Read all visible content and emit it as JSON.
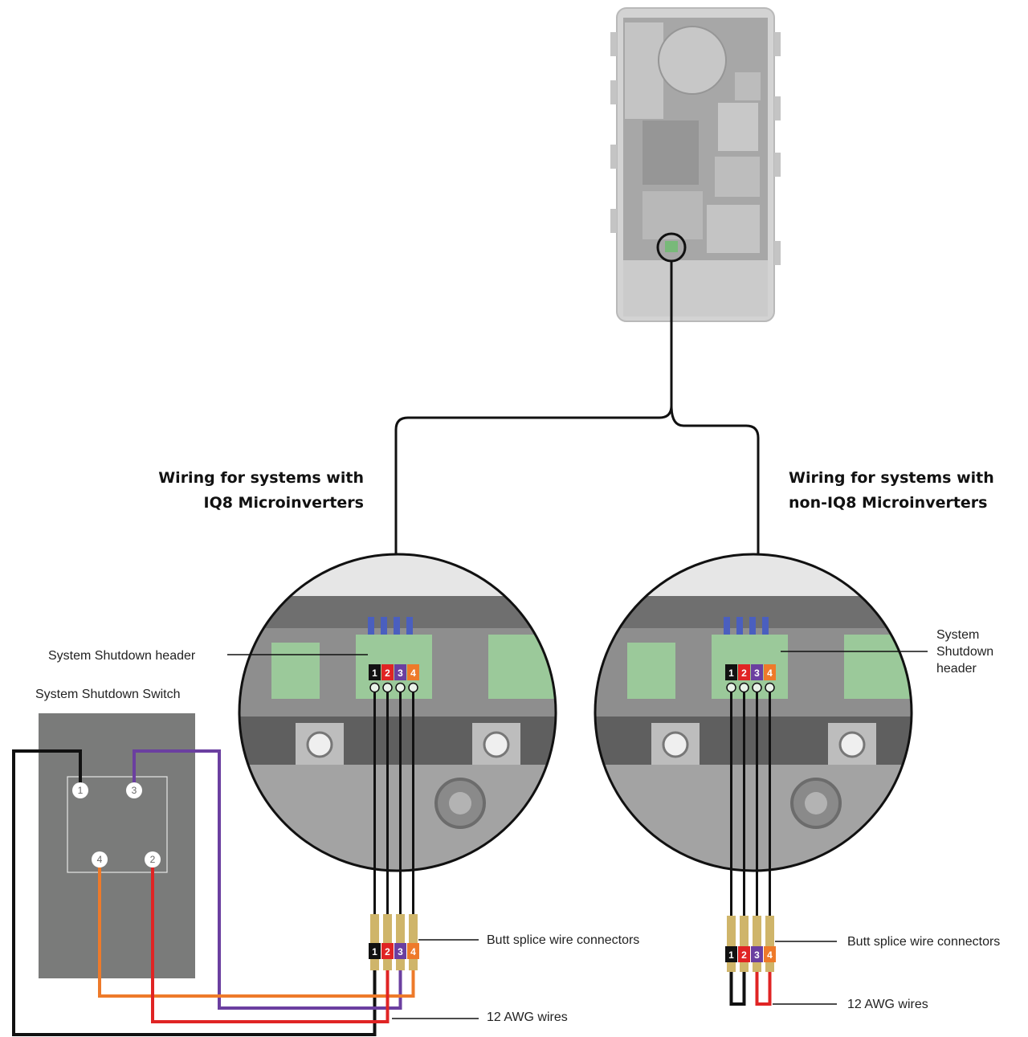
{
  "headings": {
    "left_line1": "Wiring for systems with",
    "left_line2": "IQ8 Microinverters",
    "right_line1": "Wiring for systems with",
    "right_line2": "non-IQ8 Microinverters"
  },
  "labels": {
    "shutdown_header_left": "System Shutdown header",
    "shutdown_header_right_1": "System",
    "shutdown_header_right_2": "Shutdown",
    "shutdown_header_right_3": "header",
    "shutdown_switch": "System Shutdown Switch",
    "butt_splice_left": "Butt splice wire connectors",
    "butt_splice_right": "Butt splice wire connectors",
    "awg_left": "12 AWG wires",
    "awg_right": "12 AWG wires"
  },
  "terminals": [
    "1",
    "2",
    "3",
    "4"
  ],
  "switch_terminals": [
    "1",
    "3",
    "4",
    "2"
  ],
  "colors": {
    "wire_1": "#111111",
    "wire_2": "#e02424",
    "wire_3": "#6b3fa0",
    "wire_4": "#ee7a2a",
    "splice": "#cfb56a",
    "switch_body": "#7a7b7a"
  }
}
